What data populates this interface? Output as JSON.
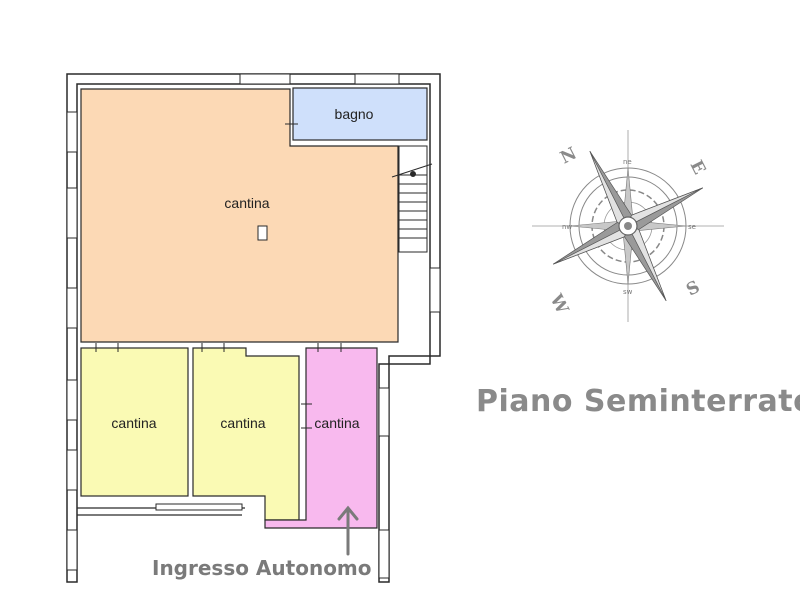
{
  "floor_plan": {
    "rooms": [
      {
        "label": "bagno"
      },
      {
        "label": "cantina"
      },
      {
        "label": "cantina"
      },
      {
        "label": "cantina"
      },
      {
        "label": "cantina"
      }
    ],
    "colors": {
      "cantina_main": "#fcd9b5",
      "bagno": "#cfe0fb",
      "cantina_yellow": "#fafab4",
      "cantina_pink": "#f8b9ee",
      "walls": "#2a2a2a"
    }
  },
  "compass": {
    "cardinals": [
      "N",
      "E",
      "S",
      "W"
    ],
    "intercardinals": [
      "ne",
      "se",
      "sw",
      "nw"
    ]
  },
  "labels": {
    "title": "Piano Seminterrato",
    "entrance": "Ingresso Autonomo"
  }
}
